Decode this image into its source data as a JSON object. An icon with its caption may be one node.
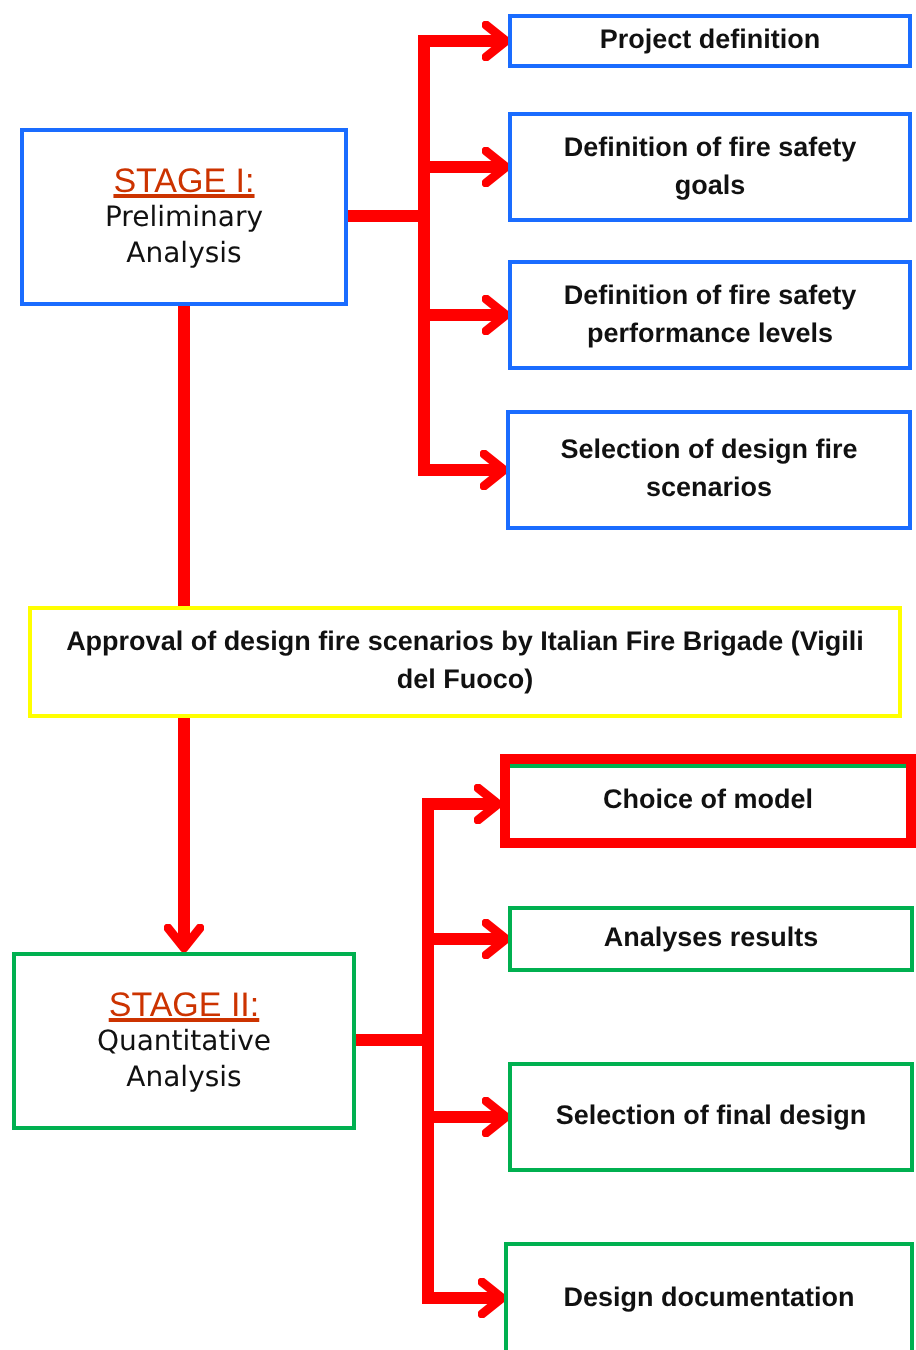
{
  "diagram": {
    "nodes": [
      {
        "text": [
          "STAGE I:",
          "Preliminary Analysis"
        ]
      },
      {
        "text": [
          "Project definition"
        ]
      },
      {
        "text": [
          "Definition of fire safety goals"
        ]
      },
      {
        "text": [
          "Definition of fire safety performance levels"
        ]
      },
      {
        "text": [
          "Selection of design fire scenarios"
        ]
      },
      {
        "text": [
          "Approval of design fire scenarios by Italian Fire Brigade (Vigili del Fuoco)"
        ]
      },
      {
        "text": [
          "STAGE II:",
          "Quantitative Analysis"
        ]
      },
      {
        "text": [
          "Choice of model"
        ]
      },
      {
        "text": [
          "Analyses results"
        ]
      },
      {
        "text": [
          "Selection of final design"
        ]
      },
      {
        "text": [
          "Design documentation"
        ]
      }
    ],
    "edges": [
      {
        "from": 0,
        "to": 1,
        "arrow": "to"
      },
      {
        "from": 0,
        "to": 2,
        "arrow": "to"
      },
      {
        "from": 0,
        "to": 3,
        "arrow": "to"
      },
      {
        "from": 0,
        "to": 4,
        "arrow": "to"
      },
      {
        "from": 0,
        "to": 5,
        "arrow": "none"
      },
      {
        "from": 5,
        "to": 6,
        "arrow": "to"
      },
      {
        "from": 6,
        "to": 7,
        "arrow": "to"
      },
      {
        "from": 6,
        "to": 8,
        "arrow": "to"
      },
      {
        "from": 6,
        "to": 9,
        "arrow": "to"
      },
      {
        "from": 6,
        "to": 10,
        "arrow": "to"
      }
    ]
  }
}
